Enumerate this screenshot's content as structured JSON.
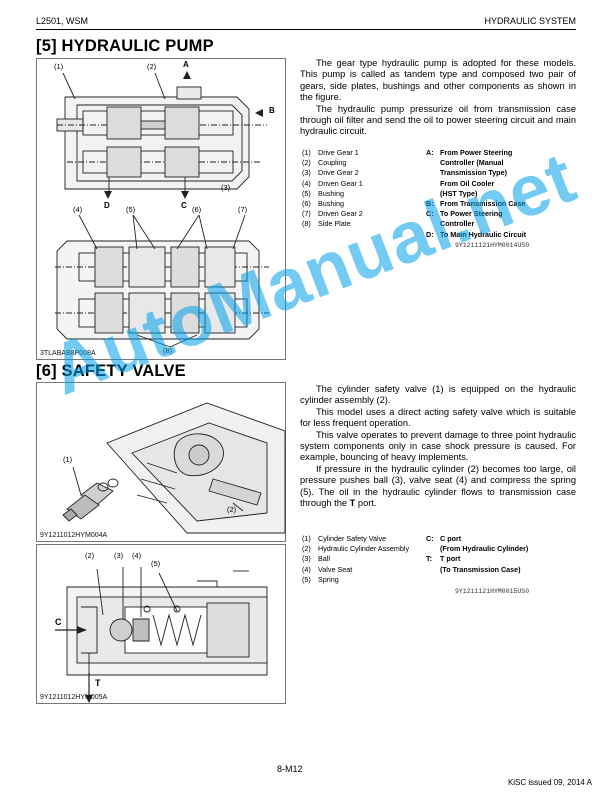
{
  "header": {
    "left": "L2501, WSM",
    "right": "HYDRAULIC SYSTEM"
  },
  "section5": {
    "title": "[5]   HYDRAULIC PUMP",
    "fig_labels": [
      "(1)",
      "(2)",
      "A",
      "B",
      "(3)",
      "D",
      "C",
      "(4)",
      "(5)",
      "(6)",
      "(7)",
      "(8)"
    ],
    "fig_code": "3TLABAB8P008A",
    "paragraphs": [
      "The gear type hydraulic pump is adopted for these models. This pump is called as tandem type and composed two pair of gears, side plates, bushings and other components as shown in the figure.",
      "The hydraulic pump pressurize oil from transmission case through oil filter and send the oil to power steering circuit and main hydraulic circuit."
    ],
    "parts": [
      {
        "n": "(1)",
        "t": "Drive Gear 1"
      },
      {
        "n": "(2)",
        "t": "Coupling"
      },
      {
        "n": "(3)",
        "t": "Drive Gear 2"
      },
      {
        "n": "(4)",
        "t": "Driven Gear 1"
      },
      {
        "n": "(5)",
        "t": "Bushing"
      },
      {
        "n": "(6)",
        "t": "Bushing"
      },
      {
        "n": "(7)",
        "t": "Driven Gear 2"
      },
      {
        "n": "(8)",
        "t": "Side Plate"
      }
    ],
    "ports": [
      {
        "k": "A:",
        "t": "From Power Steering"
      },
      {
        "k": "",
        "t": "Controller (Manual"
      },
      {
        "k": "",
        "t": "Transmission Type)"
      },
      {
        "k": "",
        "t": "From Oil Cooler"
      },
      {
        "k": "",
        "t": "(HST Type)"
      },
      {
        "k": "B:",
        "t": "From Transmission Case"
      },
      {
        "k": "C:",
        "t": "To Power Steering"
      },
      {
        "k": "",
        "t": "Controller"
      },
      {
        "k": "D:",
        "t": "To Main Hydraulic Circuit"
      }
    ],
    "ref": "9Y1211121HYM0014US0"
  },
  "section6": {
    "title": "[6]   SAFETY VALVE",
    "fig1_labels": [
      "(1)",
      "(2)"
    ],
    "fig1_code": "9Y1211012HYM004A",
    "fig2_labels": [
      "(2)",
      "(3)",
      "(4)",
      "(5)",
      "C",
      "T"
    ],
    "fig2_code": "9Y1211012HYM005A",
    "p1": "The cylinder safety valve (1) is equipped on the hydraulic cylinder assembly (2).",
    "p2": "This model uses a direct acting safety valve which is suitable for less frequent operation.",
    "p3": "This valve operates to prevent damage to three point hydraulic system components only in case shock pressure is caused. For example, bouncing of heavy implements.",
    "p4_main": "If pressure in the hydraulic cylinder (2) becomes too large, oil pressure pushes ball (3), valve seat (4) and compress the spring (5). The oil in the hydraulic cylinder flows to transmission case through the ",
    "p4_bold": "T",
    "p4_end": " port.",
    "parts": [
      {
        "n": "(1)",
        "t": "Cylinder Safety Valve"
      },
      {
        "n": "(2)",
        "t": "Hydraulic Cylinder Assembly"
      },
      {
        "n": "(3)",
        "t": "Ball"
      },
      {
        "n": "(4)",
        "t": "Valve Seat"
      },
      {
        "n": "(5)",
        "t": "Spring"
      }
    ],
    "ports": [
      {
        "k": "C:",
        "t": "C port"
      },
      {
        "k": "",
        "t": "(From Hydraulic Cylinder)"
      },
      {
        "k": "T:",
        "t": "T port"
      },
      {
        "k": "",
        "t": "(To Transmission Case)"
      }
    ],
    "ref": "9Y1211121HYM0015US0"
  },
  "watermark": "AutoManual.net",
  "footer": {
    "page": "8-M12",
    "issue": "KiSC issued 09, 2014 A"
  }
}
